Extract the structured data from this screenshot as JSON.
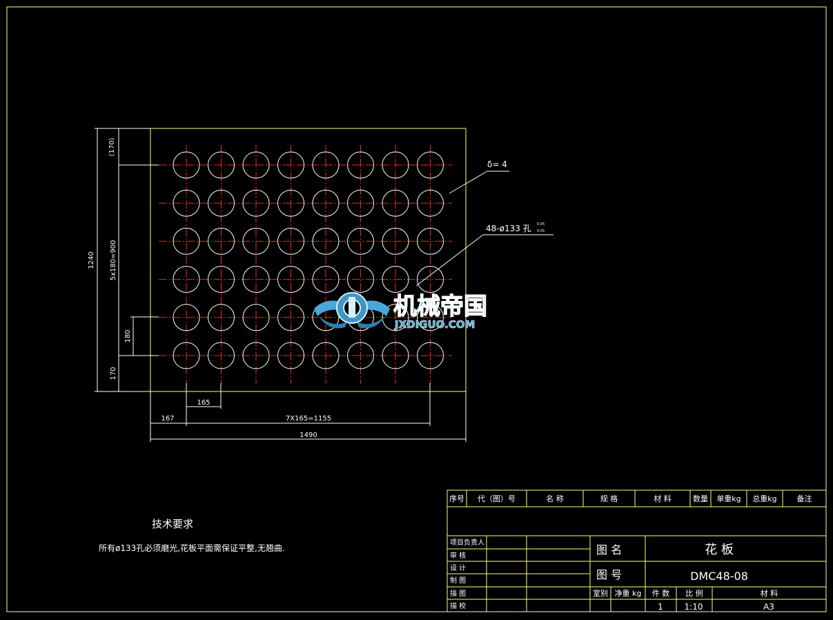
{
  "drawing": {
    "holes": {
      "rows": 6,
      "cols": 8,
      "count": 48
    },
    "dimensions": {
      "top_margin": "(170)",
      "vertical_pitch_total": "5x180=900",
      "overall_height": "1240",
      "row_pitch": "180",
      "bottom_margin": "170",
      "col_pitch": "165",
      "left_margin": "167",
      "horizontal_pitch_total": "7X165=1155",
      "overall_width": "1490"
    },
    "callouts": {
      "thickness": "δ= 4",
      "hole_spec": "48-ø133  孔",
      "tolerance_upper": "0.05",
      "tolerance_lower": "0.05"
    }
  },
  "watermark": {
    "title": "机械帝国",
    "subtitle": "JXDIGUO.COM"
  },
  "notes": {
    "heading": "技术要求",
    "body": "所有ø133孔必须磨光,花板平面需保证平整,无翘曲."
  },
  "parts_list": {
    "headers": [
      "序号",
      "代（图）号",
      "名  称",
      "规  格",
      "材  料",
      "数量",
      "单重kg",
      "总重kg",
      "备注"
    ]
  },
  "title_block": {
    "roles": [
      "项目负责人",
      "审  核",
      "设  计",
      "制  图",
      "描  图",
      "描  校"
    ],
    "name_label": "图  名",
    "name_value": "花    板",
    "number_label": "图  号",
    "number_value": "DMC48-08",
    "info_headers": [
      "室别",
      "净重 kg",
      "件 数",
      "比 例",
      "材        料"
    ],
    "quantity": "1",
    "scale": "1:10",
    "material": "A3"
  }
}
